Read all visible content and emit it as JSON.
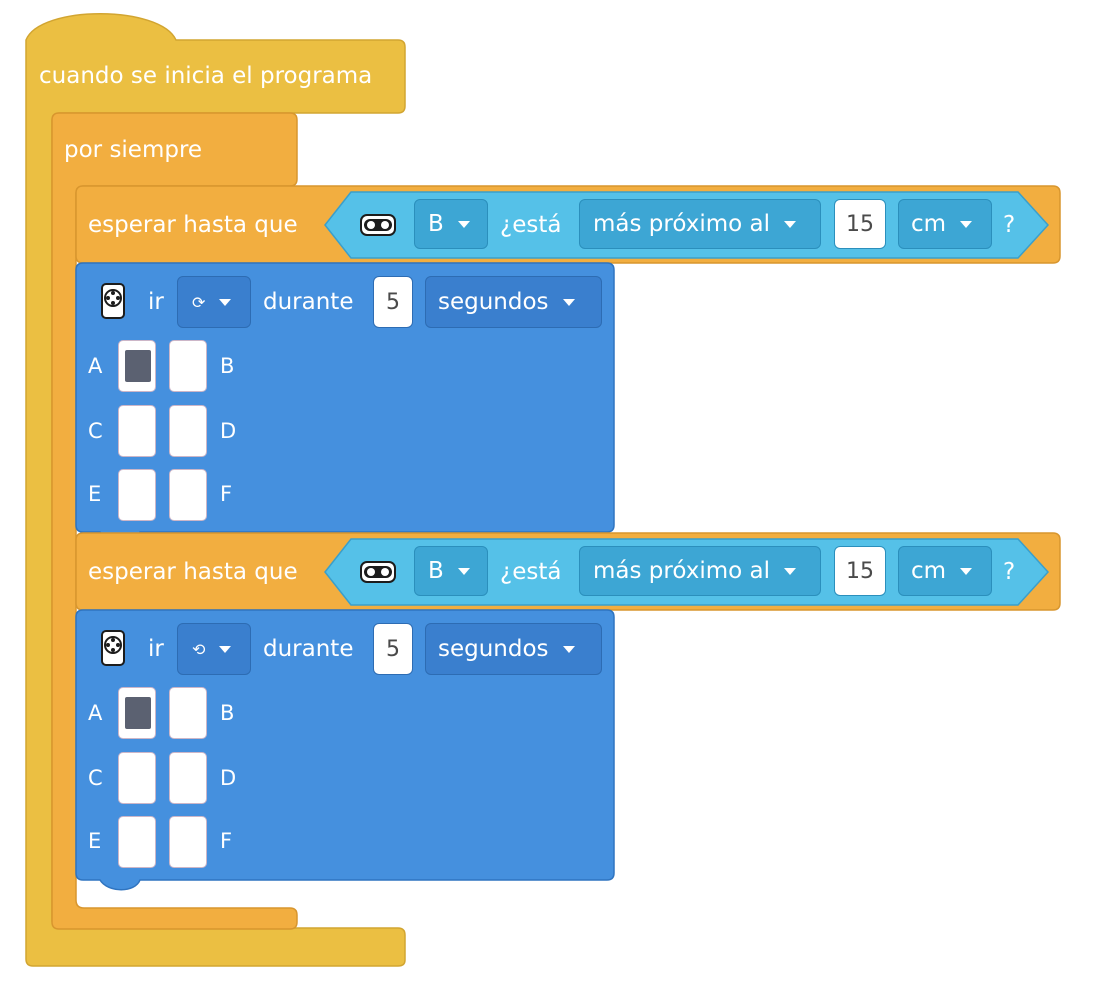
{
  "colors": {
    "event": "#EBBF42",
    "control": "#F2AE40",
    "motion": "#4590DE",
    "sensor": "#55C1E8",
    "sensor_field": "#3DA6D4",
    "motion_field": "#3A7FCE"
  },
  "event_block": {
    "label": "cuando se inicia el programa"
  },
  "forever_block": {
    "label": "por siempre"
  },
  "program": [
    {
      "wait": {
        "label": "esperar hasta que",
        "sensor_icon": "distance-sensor-icon",
        "port": "B",
        "is_label": "¿está",
        "comparison": "más próximo al",
        "value": "15",
        "unit": "cm",
        "question_mark": "?"
      },
      "move": {
        "motor_icon": "motor-hub-icon",
        "go_label": "ir",
        "direction_icon": "clockwise-icon",
        "direction_glyph": "⟳",
        "for_label": "durante",
        "duration": "5",
        "unit": "segundos",
        "ports": [
          {
            "letter": "A",
            "selected": true
          },
          {
            "letter": "B",
            "selected": false
          },
          {
            "letter": "C",
            "selected": false
          },
          {
            "letter": "D",
            "selected": false
          },
          {
            "letter": "E",
            "selected": false
          },
          {
            "letter": "F",
            "selected": false
          }
        ]
      }
    },
    {
      "wait": {
        "label": "esperar hasta que",
        "sensor_icon": "distance-sensor-icon",
        "port": "B",
        "is_label": "¿está",
        "comparison": "más próximo al",
        "value": "15",
        "unit": "cm",
        "question_mark": "?"
      },
      "move": {
        "motor_icon": "motor-hub-icon",
        "go_label": "ir",
        "direction_icon": "counterclockwise-icon",
        "direction_glyph": "⟲",
        "for_label": "durante",
        "duration": "5",
        "unit": "segundos",
        "ports": [
          {
            "letter": "A",
            "selected": true
          },
          {
            "letter": "B",
            "selected": false
          },
          {
            "letter": "C",
            "selected": false
          },
          {
            "letter": "D",
            "selected": false
          },
          {
            "letter": "E",
            "selected": false
          },
          {
            "letter": "F",
            "selected": false
          }
        ]
      }
    }
  ]
}
